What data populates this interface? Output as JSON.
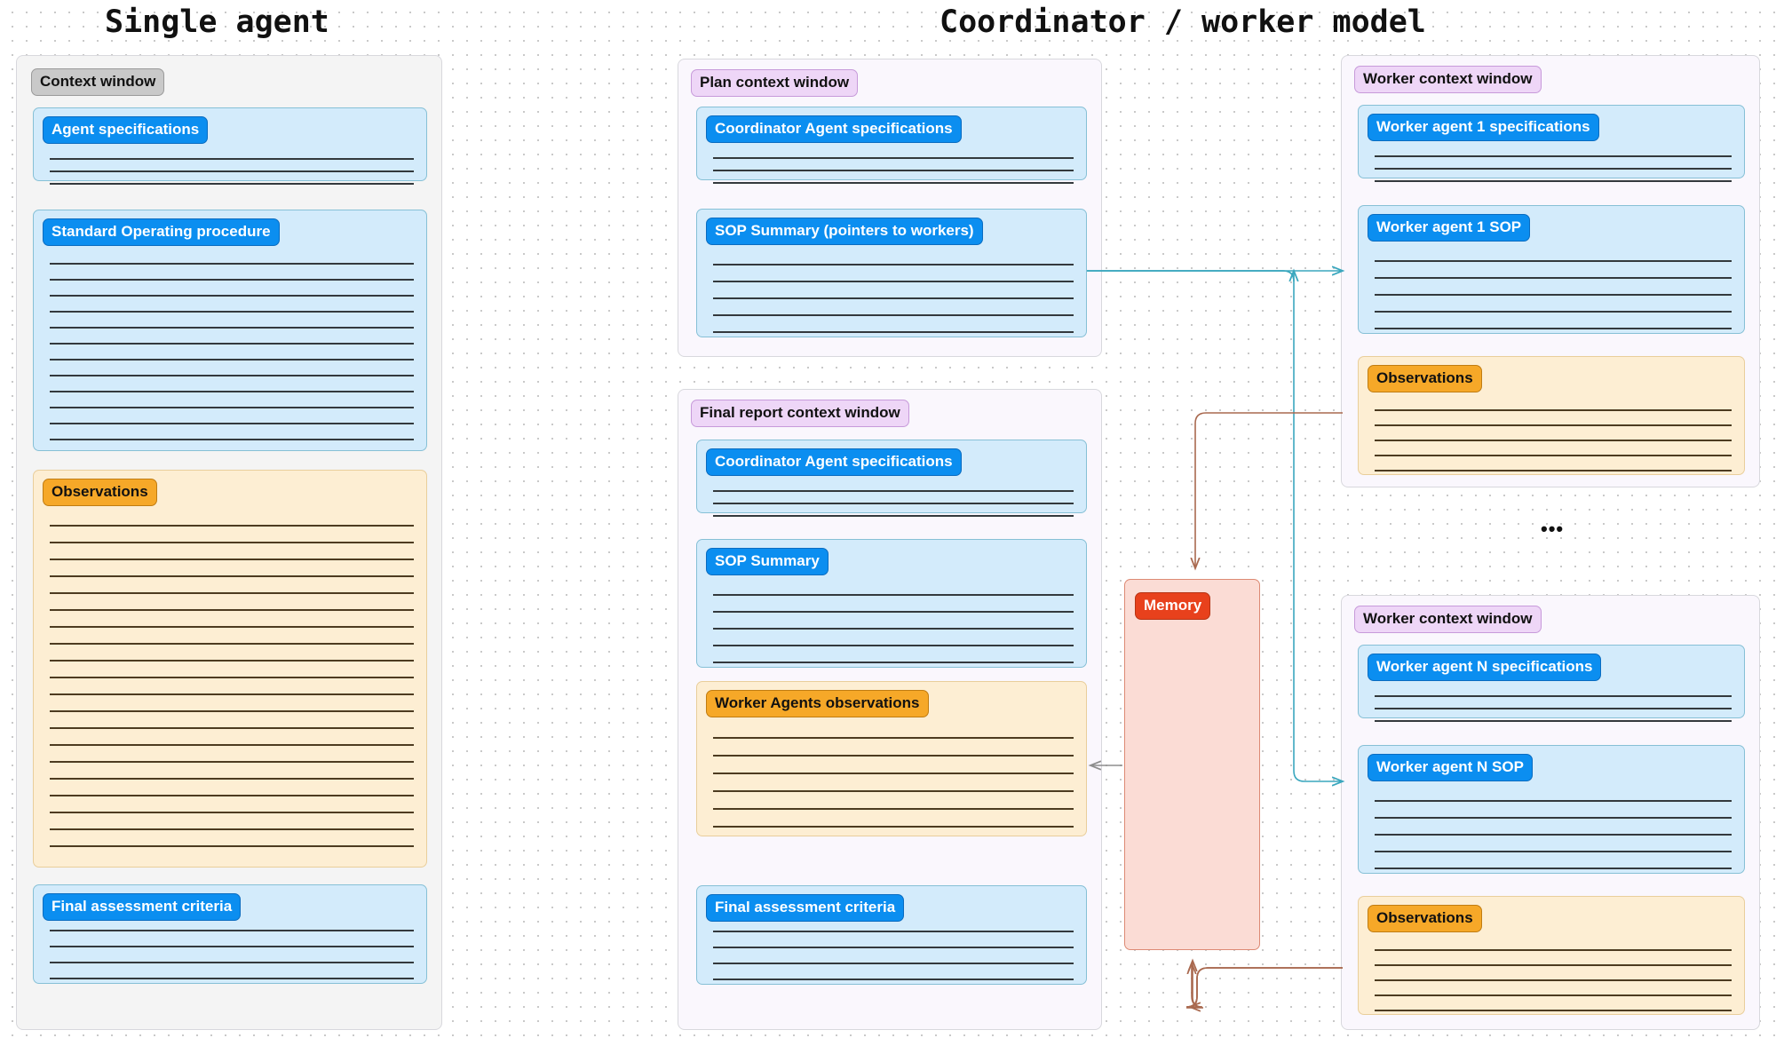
{
  "titles": {
    "single_agent": "Single agent",
    "coordinator_worker": "Coordinator / worker model"
  },
  "single_agent": {
    "panel_label": "Context window",
    "blocks": [
      {
        "label": "Agent specifications",
        "style": "blue",
        "lines": 3
      },
      {
        "label": "Standard Operating procedure",
        "style": "blue",
        "lines": 12
      },
      {
        "label": "Observations",
        "style": "orange",
        "lines": 20
      },
      {
        "label": "Final assessment criteria",
        "style": "blue",
        "lines": 4
      }
    ]
  },
  "plan_context": {
    "panel_label": "Plan context window",
    "blocks": [
      {
        "label": "Coordinator Agent specifications",
        "style": "blue",
        "lines": 3
      },
      {
        "label": "SOP Summary (pointers to workers)",
        "style": "blue",
        "lines": 5
      }
    ]
  },
  "final_report_context": {
    "panel_label": "Final report context window",
    "blocks": [
      {
        "label": "Coordinator Agent specifications",
        "style": "blue",
        "lines": 3
      },
      {
        "label": "SOP Summary",
        "style": "blue",
        "lines": 5
      },
      {
        "label": "Worker Agents observations",
        "style": "orange",
        "lines": 6
      },
      {
        "label": "Final assessment criteria",
        "style": "blue",
        "lines": 4
      }
    ]
  },
  "memory": {
    "label": "Memory"
  },
  "worker_1": {
    "panel_label": "Worker context window",
    "blocks": [
      {
        "label": "Worker agent 1 specifications",
        "style": "blue",
        "lines": 3
      },
      {
        "label": "Worker agent 1 SOP",
        "style": "blue",
        "lines": 5
      },
      {
        "label": "Observations",
        "style": "orange",
        "lines": 5
      }
    ]
  },
  "worker_n": {
    "panel_label": "Worker context window",
    "blocks": [
      {
        "label": "Worker agent N specifications",
        "style": "blue",
        "lines": 3
      },
      {
        "label": "Worker agent N SOP",
        "style": "blue",
        "lines": 5
      },
      {
        "label": "Observations",
        "style": "orange",
        "lines": 5
      }
    ]
  },
  "ellipsis": "•••",
  "colors": {
    "blue_pill": "#0b8ef0",
    "orange_pill": "#f6a828",
    "lilac_pill": "#eed6f7",
    "grey_pill": "#c9c9c9",
    "red_pill": "#e8411c",
    "blue_card": "#d3ebfb",
    "orange_card": "#fdeed3",
    "red_card": "#fbdcd5",
    "edge_teal": "#3aa7be",
    "edge_brown": "#a9694f",
    "edge_grey": "#8d8d8d"
  }
}
